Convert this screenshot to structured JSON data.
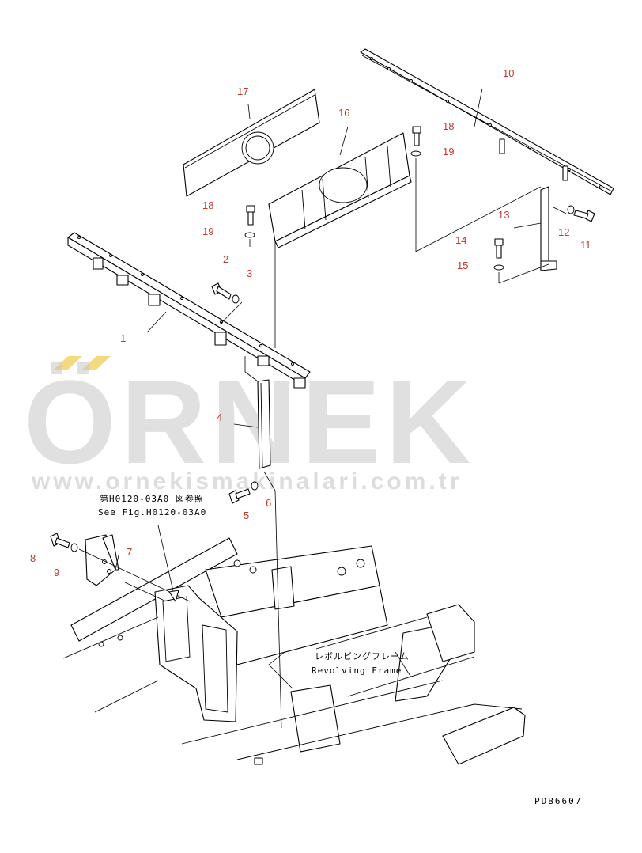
{
  "callouts": [
    {
      "id": "c1",
      "text": "1"
    },
    {
      "id": "c2",
      "text": "2"
    },
    {
      "id": "c3",
      "text": "3"
    },
    {
      "id": "c4",
      "text": "4"
    },
    {
      "id": "c5",
      "text": "5"
    },
    {
      "id": "c6",
      "text": "6"
    },
    {
      "id": "c7",
      "text": "7"
    },
    {
      "id": "c8",
      "text": "8"
    },
    {
      "id": "c9",
      "text": "9"
    },
    {
      "id": "c10",
      "text": "10"
    },
    {
      "id": "c11",
      "text": "11"
    },
    {
      "id": "c12",
      "text": "12"
    },
    {
      "id": "c13",
      "text": "13"
    },
    {
      "id": "c14",
      "text": "14"
    },
    {
      "id": "c15",
      "text": "15"
    },
    {
      "id": "c16",
      "text": "16"
    },
    {
      "id": "c17",
      "text": "17"
    },
    {
      "id": "c18a",
      "text": "18"
    },
    {
      "id": "c18b",
      "text": "18"
    },
    {
      "id": "c19a",
      "text": "19"
    },
    {
      "id": "c19b",
      "text": "19"
    }
  ],
  "notes": {
    "see_fig_jp": "第H0120-03A0 図参照",
    "see_fig_en": "See Fig.H0120-03A0",
    "frame_jp": "レボルビングフレーム",
    "frame_en": "Revolving Frame"
  },
  "watermark": {
    "brand": "ÖRNEK",
    "url": "www.ornekismakinalari.com.tr",
    "color": "#c8c8c8",
    "accent_color": "#f0d060"
  },
  "drawing_code": "PDB6607",
  "colors": {
    "callout": "#c0392b",
    "line": "#000000"
  }
}
